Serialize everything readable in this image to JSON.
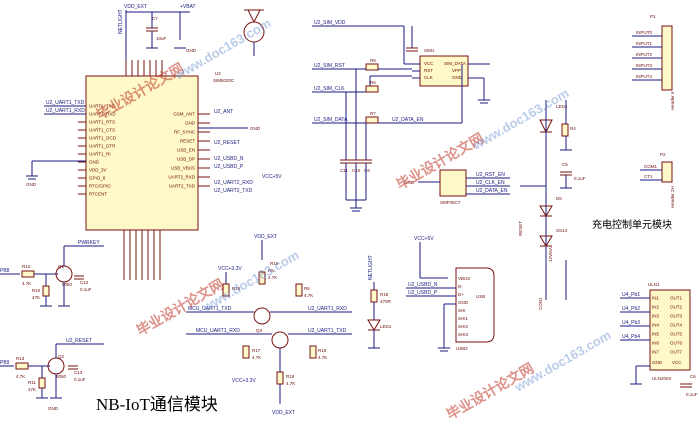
{
  "diagram": {
    "module_title": "NB-IoT通信模块",
    "side_title": "充电控制单元模块",
    "watermarks": [
      "毕业设计论文网",
      "www.doc163.com"
    ],
    "u2": {
      "ref": "U2",
      "part": "SIM8020C",
      "pins_left": [
        "UART1_TXD",
        "UART1_RXD",
        "UART1_RTS",
        "UART1_CTS",
        "UART1_DCD",
        "UART1_DTR",
        "UART1_RI",
        "GND",
        "VDD_3V",
        "GPIO_8",
        "RTC/GPIO",
        "RTCENT"
      ],
      "pins_right": [
        "GSM_ANT",
        "GND",
        "RF_SYNC",
        "RESET",
        "USB_EN",
        "USB_DP",
        "USB_VBUS",
        "UART2_RXD",
        "UART2_TXD"
      ],
      "nets_right": [
        "U2_ANT",
        "U2_RESET",
        "U2_USBD_N",
        "U2_USBD_P",
        "U2_UART2_RXD",
        "U2_UART2_TXD"
      ],
      "nets_left": [
        "U2_UART1_TXD",
        "U2_UART1_RXD"
      ],
      "vcc_net": "VCC+5V"
    },
    "top_labels": {
      "vdd": "VDD_EXT",
      "vbat": "+VBAT",
      "cap_c7": "C7",
      "cap_c7_val": "10uF",
      "netlight": "NETLIGHT",
      "u2_sim_vdd": "U2_SIM_VDD",
      "u2_sim_rst": "U2_SIM_RST",
      "u2_sim_clk": "U2_SIM_CLK",
      "u2_sim_data": "U2_SIM_DATA",
      "sim_data_en": "U2_DATA_EN",
      "u2_rst_en": "U2_RST_EN",
      "u2_clk_en": "U2_CLK_EN"
    },
    "sim1": {
      "ref": "SIM1",
      "pins_left": [
        "VCC",
        "RST",
        "CLK"
      ],
      "pins_right": [
        "SIM_DATA",
        "VPP",
        "GND"
      ]
    },
    "sm_part": "SMF05CT",
    "sm_nets": [
      "U2_RST_EN",
      "U2_CLK_EN",
      "U2_DATA_EN"
    ],
    "resistors": [
      "R5",
      "R6",
      "R7",
      "R8",
      "R9",
      "R10",
      "R11",
      "R12",
      "R13",
      "R14",
      "R15",
      "R16",
      "R17",
      "R18"
    ],
    "caps": [
      "C8",
      "C9",
      "C10",
      "C11",
      "C12",
      "C13"
    ],
    "transistors": [
      "Q1",
      "Q2",
      "Q3"
    ],
    "q_part": "8050",
    "pwrkey": "PWRKEY",
    "u2_reset": "U2_RESET",
    "mcu_uart1_txd": "MCU_UART1_TXD",
    "u2_uart1_rxd": "U2_UART1_RXD",
    "u2_uart1_txd_net": "U2_UART1_TXD",
    "mcu_uart1_rxd": "MCU_UART1_RXD",
    "vcc33": "VCC+3.3V",
    "vdd_ext2": "VDD_EXT",
    "led": "LED1",
    "r_led": "R18",
    "r_led_val": "470R",
    "usb": {
      "ref": "USB2",
      "label": "USB",
      "pins": [
        "VBUS",
        "D-",
        "D+",
        "GND",
        "SHI",
        "SHI1",
        "SHI2",
        "SHI3"
      ],
      "vcc": "VCC+5V",
      "nets": [
        "U2_USBD_N",
        "U2_USBD_P"
      ]
    },
    "charge": {
      "led": "LED4",
      "d1": "D1",
      "d2": "D6",
      "zener": "SS14",
      "cap": "C5",
      "res": "R4",
      "v_label": "12V/5A",
      "connector": "CON1",
      "com": "COM1"
    },
    "header": {
      "ref": "P1",
      "pins": [
        "INPUT0",
        "INPUT1",
        "INPUT2",
        "INPUT3",
        "INPUT4"
      ],
      "part": "Header 6"
    },
    "header2": {
      "ref": "P2",
      "pins": [
        "COM1",
        "CT1"
      ],
      "part": "Header 2H"
    },
    "uln": {
      "ref": "ULN1",
      "part": "ULN2003",
      "pins_in": [
        "IN1",
        "IN2",
        "IN3",
        "IN4",
        "IN5",
        "IN6",
        "IN7"
      ],
      "pins_out": [
        "OUT1",
        "OUT2",
        "OUT3",
        "OUT4",
        "OUT5",
        "OUT6",
        "OUT7"
      ],
      "nets_in": [
        "U4_Pb1",
        "U4_Pb2",
        "U4_Pb3",
        "U4_Pb4"
      ],
      "gnd": "GND",
      "vcc": "VCC",
      "c_ref": "C6",
      "c_val": "0.1uF"
    }
  }
}
